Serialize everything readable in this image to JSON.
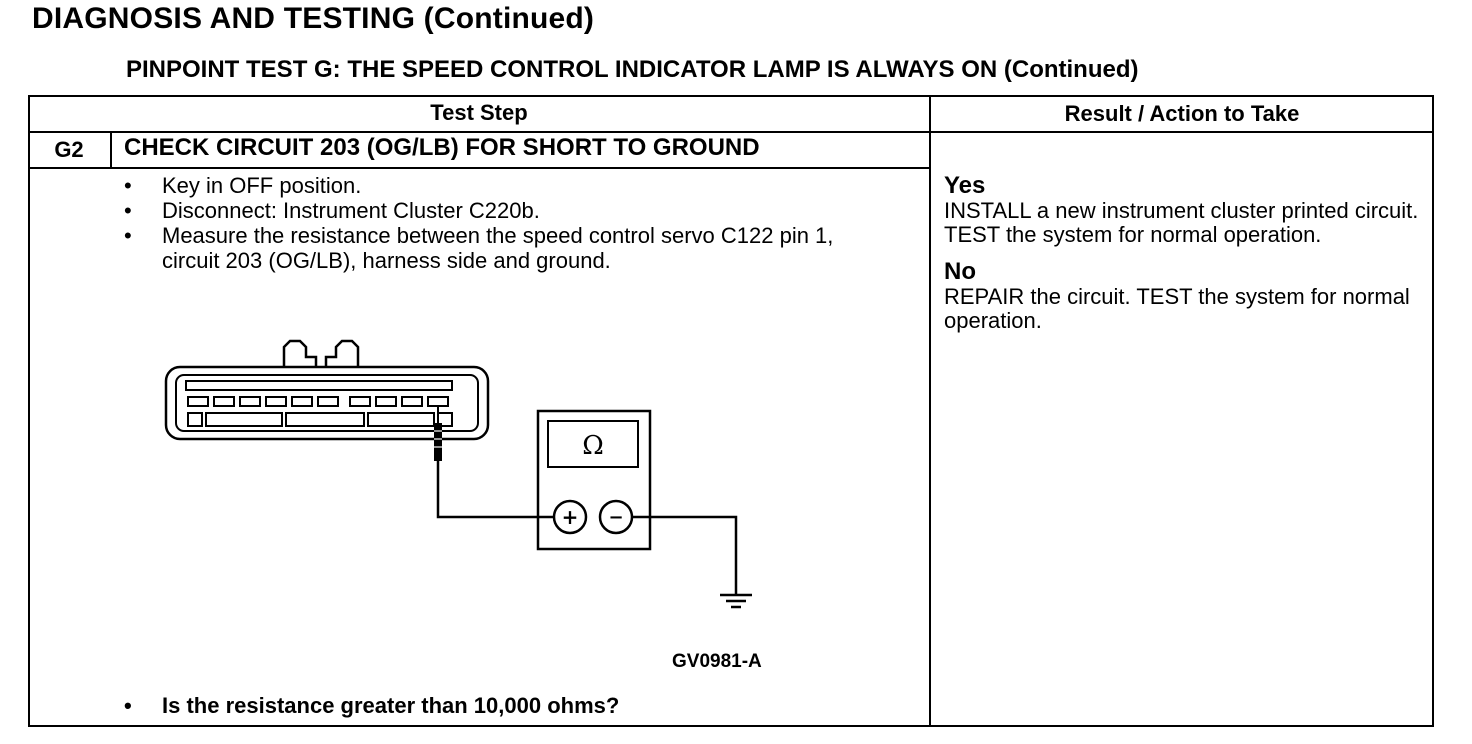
{
  "page": {
    "title": "DIAGNOSIS AND TESTING (Continued)",
    "test_title": "PINPOINT TEST  G: THE SPEED CONTROL INDICATOR LAMP IS ALWAYS ON (Continued)"
  },
  "table": {
    "col_test_step": "Test Step",
    "col_result": "Result / Action to Take"
  },
  "step": {
    "id": "G2",
    "title": "CHECK CIRCUIT 203 (OG/LB) FOR SHORT TO GROUND",
    "bullet": "•",
    "instructions": [
      "Key in OFF position.",
      "Disconnect: Instrument Cluster C220b.",
      "Measure the resistance between the speed control servo C122 pin 1, circuit 203 (OG/LB), harness side and ground."
    ],
    "question": "Is the resistance greater than 10,000 ohms?",
    "figure": {
      "code": "GV0981-A",
      "meter_symbol": "Ω",
      "plus": "+",
      "minus": "−"
    }
  },
  "results": [
    {
      "heading": "Yes",
      "text": "INSTALL a new instrument cluster printed circuit. TEST the system for normal operation."
    },
    {
      "heading": "No",
      "text": "REPAIR the circuit. TEST the system for normal operation."
    }
  ]
}
